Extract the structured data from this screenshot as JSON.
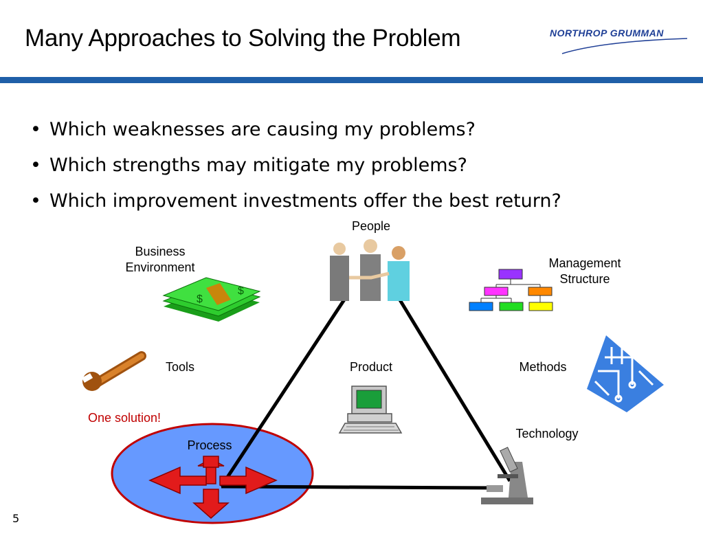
{
  "slide": {
    "title": "Many Approaches to Solving the Problem",
    "logo_text": "NORTHROP GRUMMAN",
    "page_number": "5"
  },
  "bullets": [
    "Which weaknesses are causing my problems?",
    "Which strengths may mitigate my problems?",
    "Which improvement investments offer the best return?"
  ],
  "diagram": {
    "people": "People",
    "business_line1": "Business",
    "business_line2": "Environment",
    "management_line1": "Management",
    "management_line2": "Structure",
    "tools": "Tools",
    "product": "Product",
    "methods": "Methods",
    "one_solution": "One solution!",
    "technology": "Technology",
    "process": "Process"
  },
  "colors": {
    "rule": "#1f5fa8",
    "process_ellipse": "#6699ff",
    "ellipse_border": "#c00000",
    "highlight_text": "#c00000"
  }
}
